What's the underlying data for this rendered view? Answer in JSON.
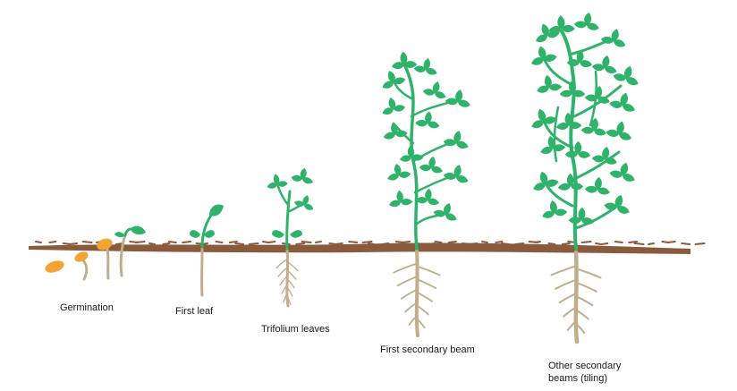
{
  "colors": {
    "soil": "#8a5a3c",
    "leaf": "#2fb36b",
    "leaf_dark": "#229a58",
    "stem": "#2fb36b",
    "root": "#c2ad8a",
    "seed": "#f2a532"
  },
  "stages": [
    {
      "label": "Germination"
    },
    {
      "label": "First leaf"
    },
    {
      "label": "Trifolium leaves"
    },
    {
      "label": "First secondary beam"
    },
    {
      "label": "Other secondary beams (tiling)"
    }
  ]
}
